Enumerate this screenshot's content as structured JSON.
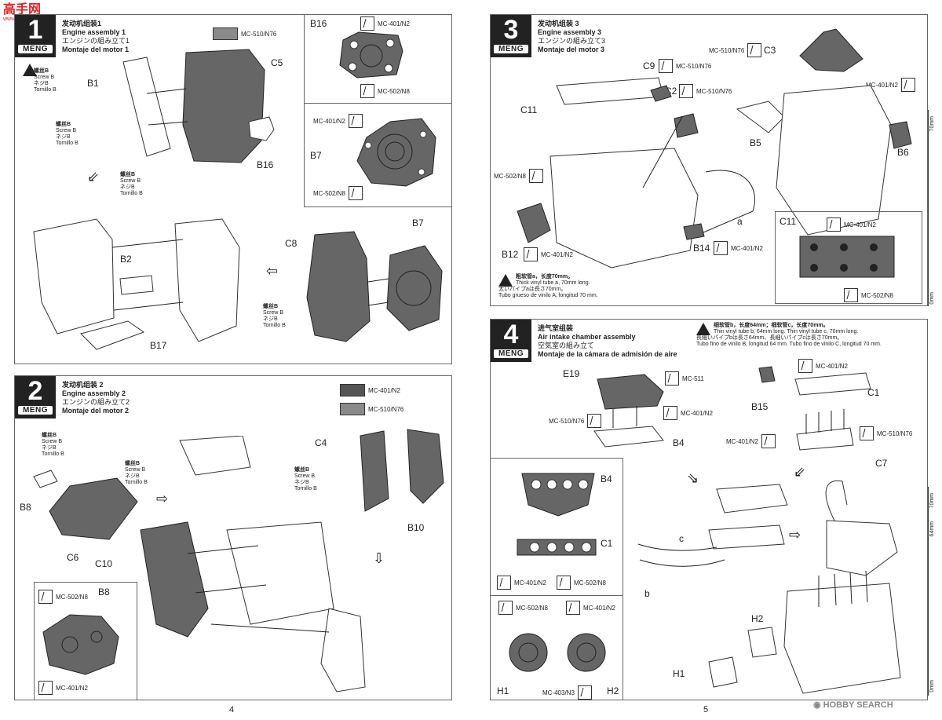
{
  "watermark": {
    "line1": "高手网",
    "line2": "www.gaoshou.com"
  },
  "logo": "MENG",
  "page_left": "4",
  "page_right": "5",
  "credit": "HOBBY SEARCH",
  "screw": {
    "zh": "螺丝B",
    "en": "Screw B",
    "ja": "ネジB",
    "es": "Tornillo B"
  },
  "step1": {
    "num": "1",
    "zh": "发动机组装1",
    "en": "Engine assembly 1",
    "ja": "エンジンの組み立て1",
    "es": "Montaje del motor 1",
    "paint": "MC-510/N76",
    "labels": {
      "c5": "C5",
      "b1": "B1",
      "b16": "B16",
      "b2": "B2",
      "c8": "C8",
      "b7": "B7",
      "b17": "B17"
    },
    "inset_top": {
      "label": "B16",
      "paint_a": "MC-401/N2",
      "paint_b": "MC-502/N8"
    },
    "inset_bottom": {
      "label": "B7",
      "paint_a": "MC-401/N2",
      "paint_b": "MC-502/N8"
    }
  },
  "step2": {
    "num": "2",
    "zh": "发动机组装 2",
    "en": "Engine assembly 2",
    "ja": "エンジンの組み立て2",
    "es": "Montaje del motor 2",
    "paint_a": "MC-401/N2",
    "paint_b": "MC-510/N76",
    "labels": {
      "c4": "C4",
      "b8": "B8",
      "c6": "C6",
      "c10": "C10",
      "b10": "B10"
    },
    "inset": {
      "label": "B8",
      "paint_a": "MC-502/N8",
      "paint_b": "MC-401/N2"
    }
  },
  "step3": {
    "num": "3",
    "zh": "发动机组装 3",
    "en": "Engine assembly 3",
    "ja": "エンジンの組み立て3",
    "es": "Montaje del motor 3",
    "labels": {
      "c3": "C3",
      "c9": "C9",
      "c2": "C2",
      "c11": "C11",
      "b5": "B5",
      "b6": "B6",
      "b12": "B12",
      "b14": "B14",
      "a": "a"
    },
    "paints": {
      "c3": "MC-510/N76",
      "c9": "MC-510/N76",
      "c2": "MC-510/N76",
      "b6": "MC-401/N2",
      "b12_left": "MC-502/N8",
      "b12": "MC-401/N2",
      "b14": "MC-401/N2"
    },
    "note": [
      "粗软管a，长度70mm。",
      "Thick vinyl tube a, 70mm long.",
      "太いパイプaは長さ70mm。",
      "Tubo grueso de vinilo A, longitud 70 mm."
    ],
    "inset": {
      "label": "C11",
      "paint_a": "MC-401/N2",
      "paint_b": "MC-502/N8"
    },
    "ruler_top": "70mm",
    "ruler_bottom": "0mm"
  },
  "step4": {
    "num": "4",
    "zh": "进气室组装",
    "en": "Air intake chamber assembly",
    "ja": "空気室の組み立て",
    "es": "Montaje de la cámara de admisión de aire",
    "note": [
      "细软管b，长度64mm；细软管c，长度70mm。",
      "Thin vinyl tube b, 64mm long. Thin vinyl tube c, 70mm long.",
      "長細いパイプbは長さ64mm、長細いパイプcは長さ70mm。",
      "Tubo fino de vinilo B, longitud 64 mm. Tubo fino de vinilo C, longitud 70 mm."
    ],
    "labels": {
      "e19": "E19",
      "b4": "B4",
      "b15": "B15",
      "c1": "C1",
      "c7": "C7",
      "c": "c",
      "b": "b",
      "h1": "H1",
      "h2": "H2"
    },
    "paints": {
      "e19": "MC-511",
      "e19_r": "MC-401/N2",
      "e19_l": "MC-510/N76",
      "b15": "MC-401/N2",
      "c7_l": "MC-401/N2",
      "c7_r": "MC-510/N76"
    },
    "inset1": {
      "label_b4": "B4",
      "label_c1": "C1",
      "paint_a": "MC-401/N2",
      "paint_b": "MC-502/N8"
    },
    "inset2": {
      "paint_a": "MC-502/N8",
      "paint_b": "MC-401/N2",
      "paint_c": "MC-403/N3",
      "label_h1": "H1",
      "label_h2": "H2"
    },
    "ruler_a": "70mm",
    "ruler_b": "64mm",
    "ruler_bottom": "0mm"
  },
  "colors": {
    "panel_border": "#666666",
    "part_gray": "#666666",
    "dark": "#222222",
    "swatch_dark": "#555555",
    "swatch_light": "#8a8a8a"
  }
}
